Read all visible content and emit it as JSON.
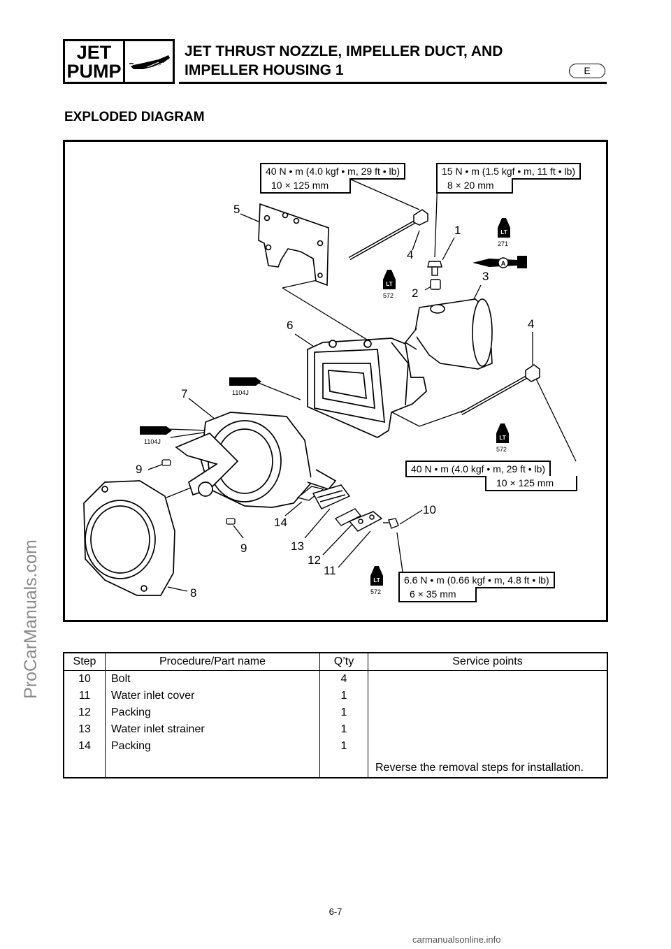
{
  "header": {
    "badge_line1": "JET",
    "badge_line2": "PUMP",
    "title_line1": "JET THRUST NOZZLE, IMPELLER DUCT, AND",
    "title_line2": "IMPELLER HOUSING 1",
    "language": "E"
  },
  "section_title": "EXPLODED DIAGRAM",
  "diagram": {
    "torque_top_left": {
      "value": "40 N • m (4.0 kgf • m, 29 ft • lb)",
      "size": "10 × 125 mm"
    },
    "torque_top_right": {
      "value": "15 N • m (1.5 kgf • m, 11 ft • lb)",
      "size": "8 × 20 mm"
    },
    "torque_mid_right": {
      "value": "40 N • m (4.0 kgf • m, 29 ft • lb)",
      "size": "10 × 125 mm"
    },
    "torque_bottom": {
      "value": "6.6 N • m (0.66 kgf • m, 4.8 ft • lb)",
      "size": "6 × 35 mm"
    },
    "callouts": {
      "c1": "1",
      "c2": "2",
      "c3": "3",
      "c4a": "4",
      "c4b": "4",
      "c5": "5",
      "c6": "6",
      "c7": "7",
      "c8": "8",
      "c9a": "9",
      "c9b": "9",
      "c10": "10",
      "c11": "11",
      "c12": "12",
      "c13": "13",
      "c14": "14"
    },
    "sealant_labels": {
      "lt_a": "572",
      "lt_b": "271",
      "lt_c": "572",
      "lt_d": "572",
      "tube_a": "1104J",
      "tube_b": "1104J"
    },
    "icon_letters": {
      "lt": "LT",
      "a": "A"
    }
  },
  "table": {
    "headers": [
      "Step",
      "Procedure/Part name",
      "Q’ty",
      "Service points"
    ],
    "rows": [
      {
        "step": "10",
        "name": "Bolt",
        "qty": "4"
      },
      {
        "step": "11",
        "name": "Water inlet cover",
        "qty": "1"
      },
      {
        "step": "12",
        "name": "Packing",
        "qty": "1"
      },
      {
        "step": "13",
        "name": "Water inlet strainer",
        "qty": "1"
      },
      {
        "step": "14",
        "name": "Packing",
        "qty": "1"
      }
    ],
    "service_note": "Reverse the removal steps for installation."
  },
  "page_number": "6-7",
  "side_text": "ProCarManuals.com",
  "watermark": "carmanualsonline.info"
}
